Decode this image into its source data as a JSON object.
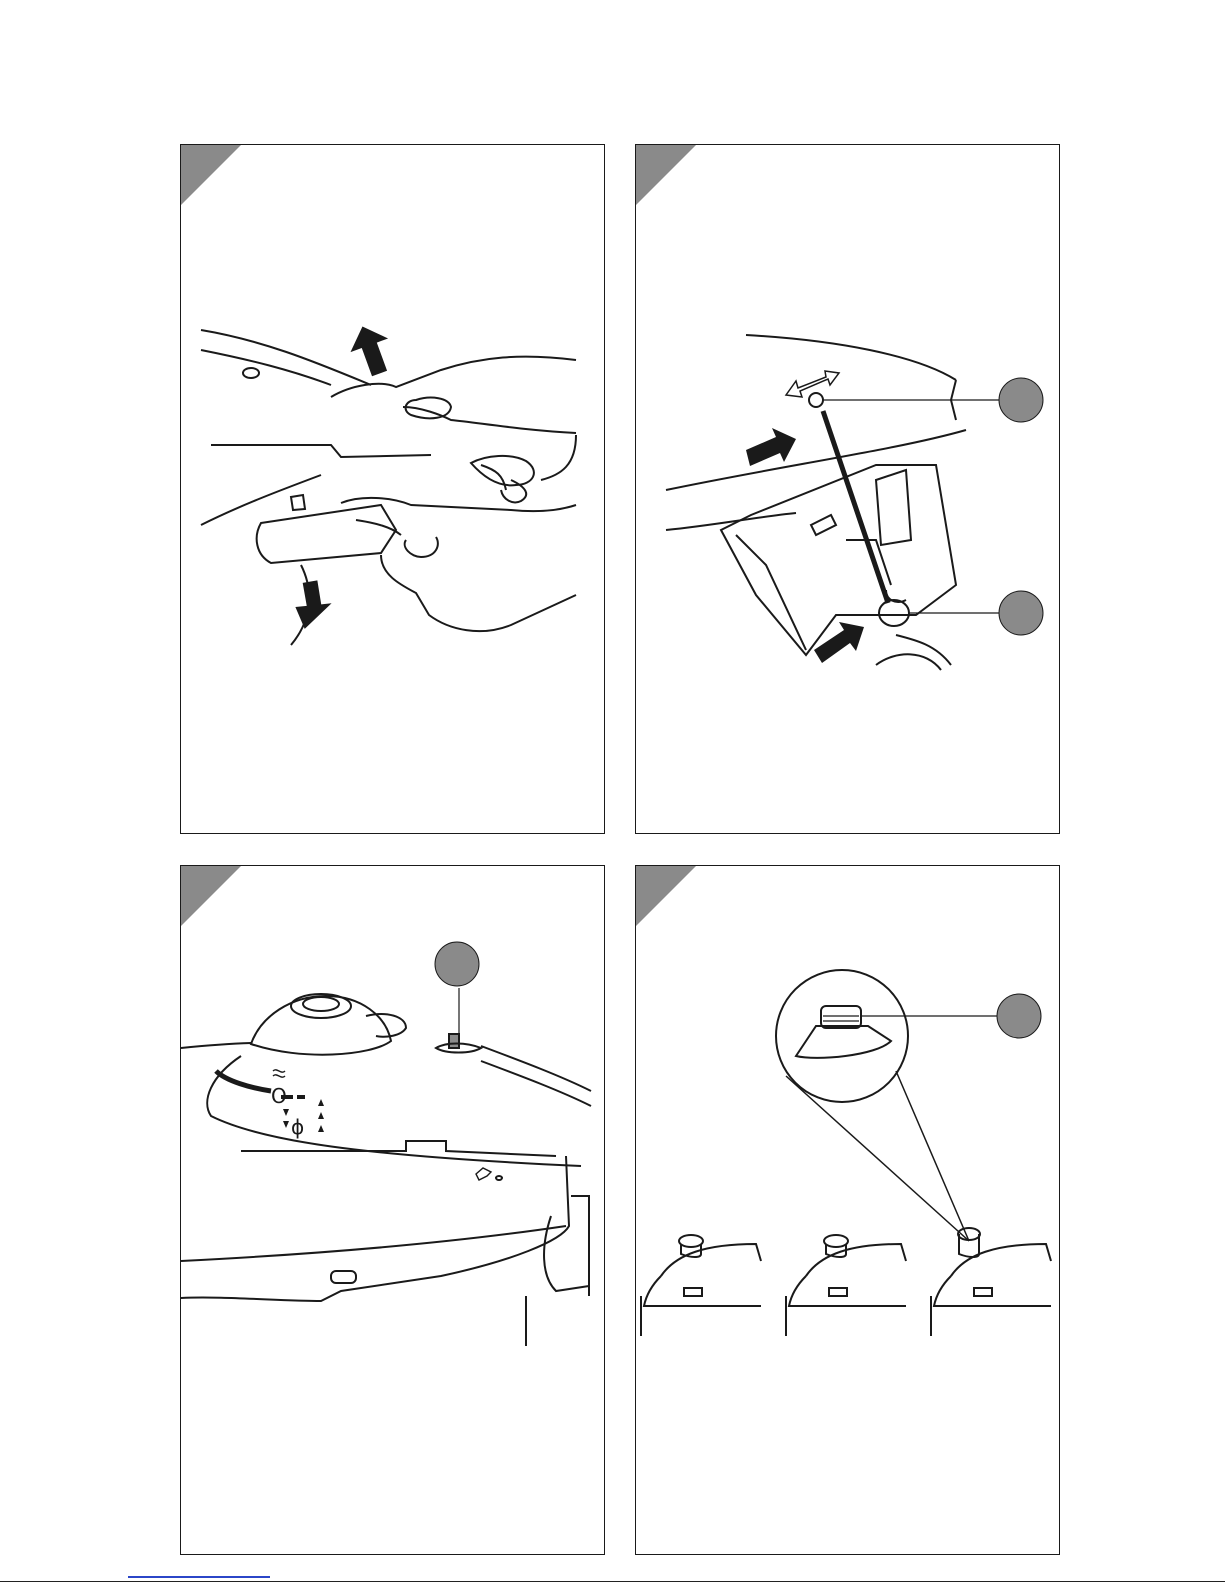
{
  "page": {
    "panels": [
      {
        "id": "p1",
        "callouts": []
      },
      {
        "id": "p2",
        "callouts": [
          "callout-upper",
          "callout-lower"
        ]
      },
      {
        "id": "p3",
        "callouts": [
          "callout-valve-pin"
        ]
      },
      {
        "id": "p4",
        "callouts": [
          "callout-indicator"
        ]
      }
    ]
  },
  "colors": {
    "ink": "#1a1a1a",
    "callout_fill": "#8a8a8a",
    "corner_fill": "#8a8a8a",
    "footer_link": "#2b46c8"
  },
  "icons": [
    "up-arrow-icon",
    "down-arrow-icon",
    "right-arrow-icon",
    "double-arrow-icon",
    "steam-icon",
    "pressure-symbol-icon"
  ]
}
